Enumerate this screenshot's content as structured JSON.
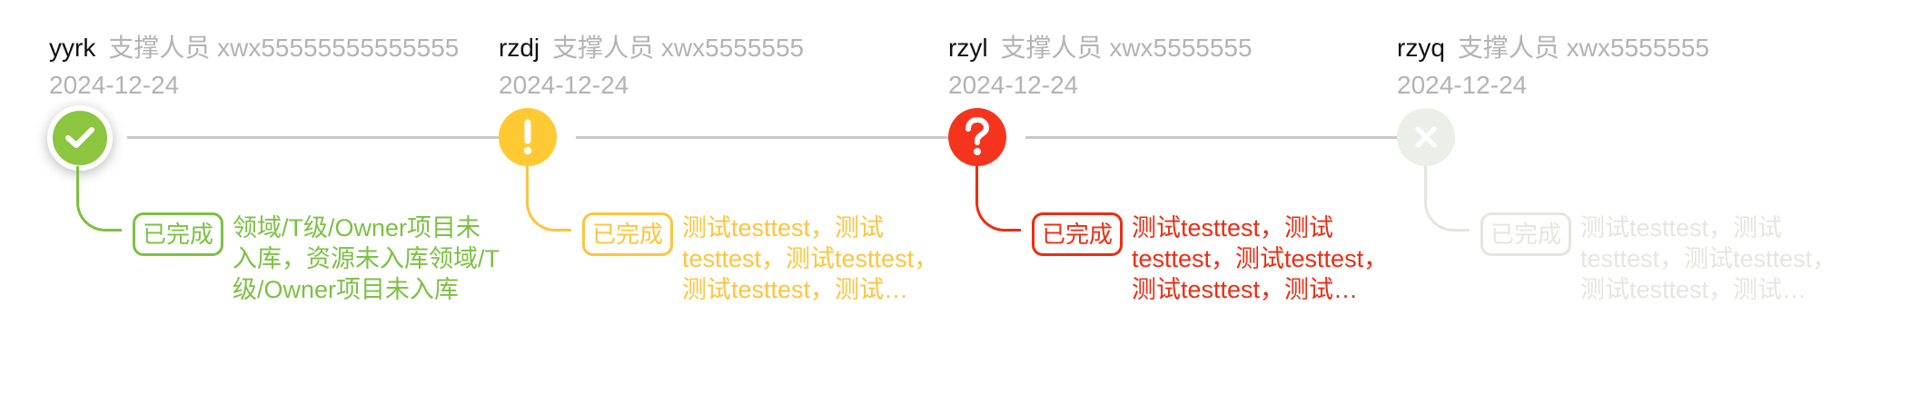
{
  "steps": [
    {
      "name": "yyrk",
      "role": "支撑人员 xwx55555555555555",
      "date": "2024-12-24",
      "status": "success",
      "status_icon": "check-icon",
      "badge": "已完成",
      "description": "领域/T级/Owner项目未入库，资源未入库领域/T级/Owner项目未入库",
      "color": "#7cc142"
    },
    {
      "name": "rzdj",
      "role": "支撑人员 xwx5555555",
      "date": "2024-12-24",
      "status": "warning",
      "status_icon": "exclamation-icon",
      "badge": "已完成",
      "description": "测试testtest，测试testtest，测试testtest，测试testtest，测试testtest，测试testtest",
      "color": "#ffc43d"
    },
    {
      "name": "rzyl",
      "role": "支撑人员 xwx5555555",
      "date": "2024-12-24",
      "status": "error",
      "status_icon": "question-icon",
      "badge": "已完成",
      "description": "测试testtest，测试testtest，测试testtest，测试testtest，测试testtest，测试testtest",
      "color": "#ee2c12"
    },
    {
      "name": "rzyq",
      "role": "支撑人员 xwx5555555",
      "date": "2024-12-24",
      "status": "disabled",
      "status_icon": "close-icon",
      "badge": "已完成",
      "description": "测试testtest，测试testtest，测试testtest，测试testtest，测试testtest，测试testtest",
      "color": "#e4e6e0"
    }
  ]
}
